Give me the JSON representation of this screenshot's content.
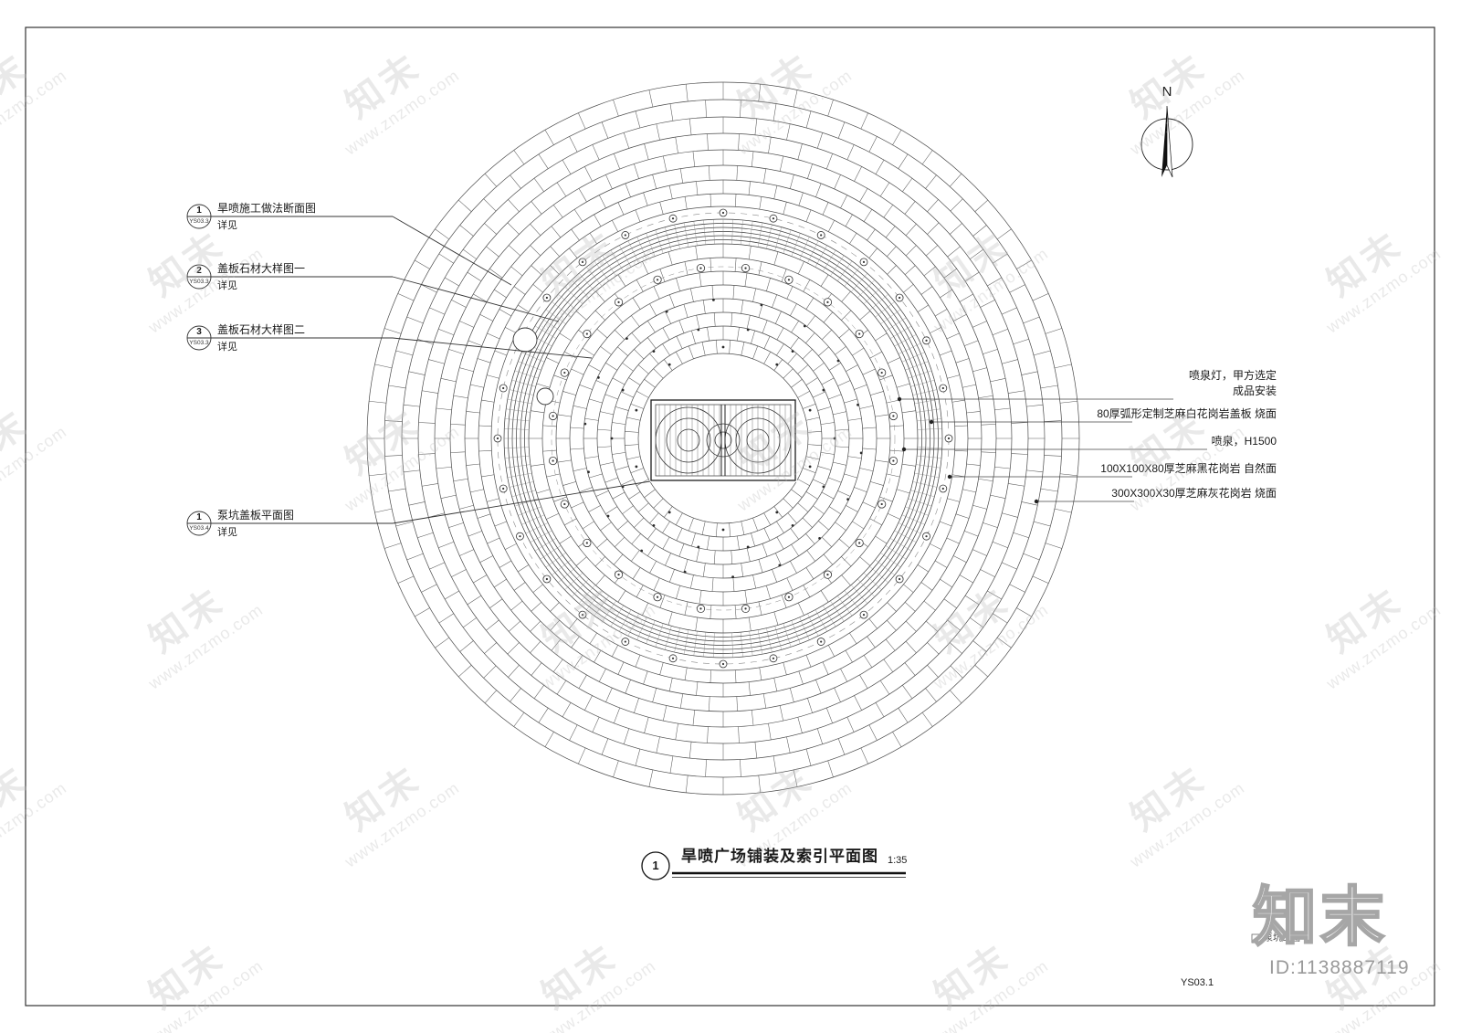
{
  "callouts": [
    {
      "num": "1",
      "sheet": "YS03.3",
      "title": "旱喷施工做法断面图",
      "note": "详见"
    },
    {
      "num": "2",
      "sheet": "YS03.3",
      "title": "盖板石材大样图一",
      "note": "详见"
    },
    {
      "num": "3",
      "sheet": "YS03.3",
      "title": "盖板石材大样图二",
      "note": "详见"
    },
    {
      "num": "1",
      "sheet": "YS03.4",
      "title": "泵坑盖板平面图",
      "note": "详见"
    }
  ],
  "annotations": [
    {
      "lines": [
        "喷泉灯，甲方选定",
        "成品安装"
      ]
    },
    {
      "lines": [
        "80厚弧形定制芝麻白花岗岩盖板 烧面"
      ]
    },
    {
      "lines": [
        "喷泉，H1500"
      ]
    },
    {
      "lines": [
        "100X100X80厚芝麻黑花岗岩 自然面"
      ]
    },
    {
      "lines": [
        "300X300X30厚芝麻灰花岗岩 烧面"
      ]
    }
  ],
  "north": {
    "label": "N"
  },
  "title_block": {
    "num": "1",
    "title": "旱喷广场铺装及索引平面图",
    "scale": "1:35"
  },
  "footer": {
    "sheet_no": "YS03.1",
    "mini_title": "泵坑工图一",
    "logo": "知末",
    "id_text": "ID:1138887119"
  },
  "watermark": {
    "brand": "知末",
    "url": "www.znzmo.com"
  }
}
